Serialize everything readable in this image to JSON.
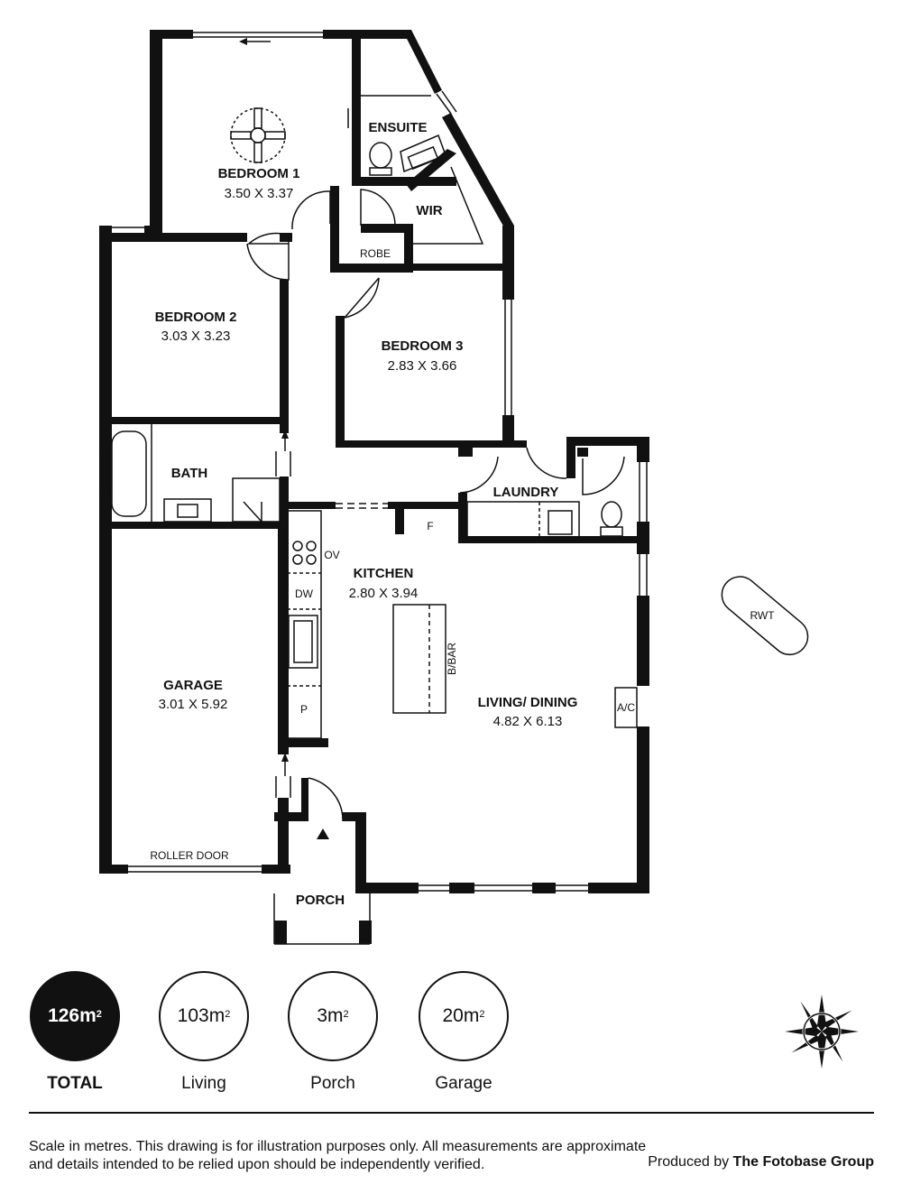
{
  "rooms": {
    "bedroom1": {
      "name": "BEDROOM 1",
      "dim": "3.50 X 3.37"
    },
    "ensuite": {
      "name": "ENSUITE"
    },
    "wir": {
      "name": "WIR"
    },
    "robe": {
      "name": "ROBE"
    },
    "bedroom2": {
      "name": "BEDROOM 2",
      "dim": "3.03 X 3.23"
    },
    "bedroom3": {
      "name": "BEDROOM 3",
      "dim": "2.83 X 3.66"
    },
    "bath": {
      "name": "BATH"
    },
    "laundry": {
      "name": "LAUNDRY"
    },
    "kitchen": {
      "name": "KITCHEN",
      "dim": "2.80 X 3.94"
    },
    "living": {
      "name": "LIVING/ DINING",
      "dim": "4.82 X 6.13"
    },
    "garage": {
      "name": "GARAGE",
      "dim": "3.01 X 5.92"
    },
    "porch": {
      "name": "PORCH"
    }
  },
  "fixtures": {
    "ov": "OV",
    "dw": "DW",
    "p": "P",
    "f": "F",
    "bbar": "B/BAR",
    "ac": "A/C",
    "rwt": "RWT",
    "roller_door": "ROLLER DOOR"
  },
  "areas": {
    "total": {
      "value": "126m",
      "sup": "2",
      "label": "TOTAL"
    },
    "living": {
      "value": "103m",
      "sup": "2",
      "label": "Living"
    },
    "porch": {
      "value": "3m",
      "sup": "2",
      "label": "Porch"
    },
    "garage": {
      "value": "20m",
      "sup": "2",
      "label": "Garage"
    }
  },
  "footer": {
    "disclaimer": "Scale in metres. This drawing is for illustration purposes only. All measurements are approximate and details intended to be relied upon should be independently verified.",
    "produced_by": "Produced by",
    "brand": "The Fotobase Group"
  },
  "compass_icon": "compass-rose-icon",
  "colors": {
    "wall": "#111111"
  }
}
